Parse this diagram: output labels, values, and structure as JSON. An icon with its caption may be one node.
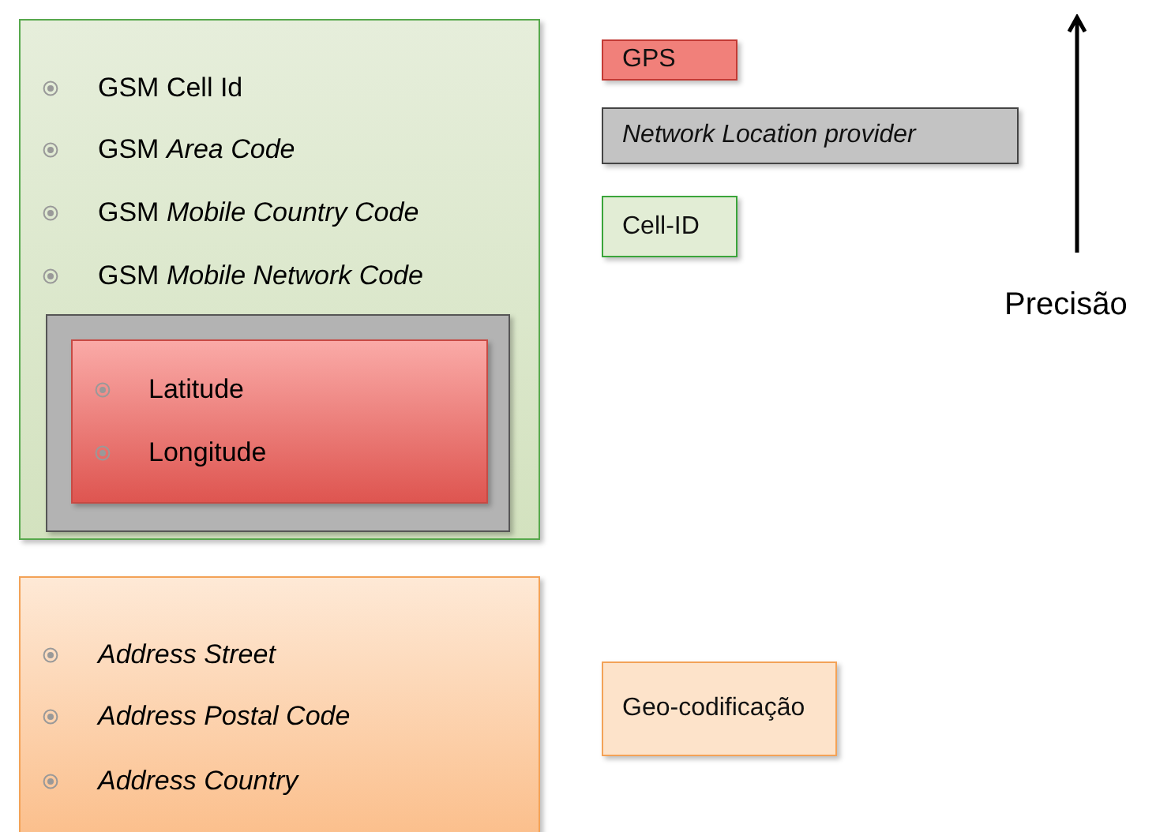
{
  "diagram": {
    "nodes": [
      {
        "text": [
          "GSM Cell Id",
          "GSM *Area Code*",
          "GSM *Mobile Country Code*",
          "GSM *Mobile Network Code*"
        ]
      },
      {
        "text": [],
        "shape": "box",
        "in": 0
      },
      {
        "text": [
          "Latitude",
          "Longitude"
        ],
        "in": 1
      },
      {
        "text": [
          "Address Street",
          "Address Postal Code",
          "Address Country"
        ]
      },
      {
        "text": [
          "GPS"
        ]
      },
      {
        "text": [
          "Network Location provider"
        ]
      },
      {
        "text": [
          "Cell-ID"
        ]
      },
      {
        "text": [
          "Geo-codificação"
        ]
      }
    ],
    "edges": [],
    "labels": [
      "Precisão"
    ]
  }
}
